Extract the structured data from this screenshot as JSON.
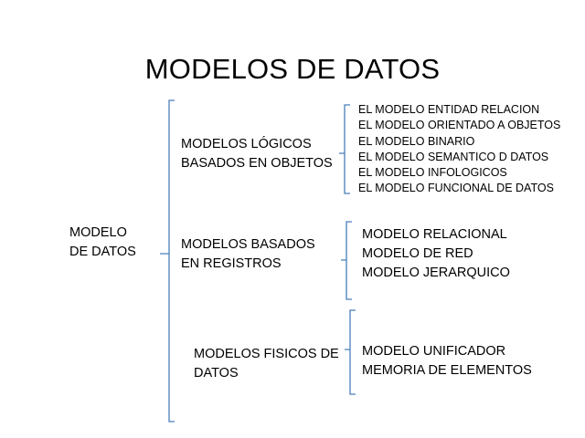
{
  "title": "MODELOS DE DATOS",
  "root": {
    "label": "MODELO\nDE DATOS"
  },
  "branches": [
    {
      "label": "MODELOS LÓGICOS\nBASADOS EN OBJETOS",
      "items": [
        "EL MODELO ENTIDAD RELACION",
        "EL MODELO ORIENTADO A OBJETOS",
        "EL MODELO BINARIO",
        "EL MODELO SEMANTICO D DATOS",
        "EL MODELO INFOLOGICOS",
        "EL MODELO FUNCIONAL DE DATOS"
      ],
      "items_text": "EL MODELO ENTIDAD RELACION\nEL MODELO ORIENTADO A OBJETOS\nEL MODELO BINARIO\nEL MODELO SEMANTICO D DATOS\nEL MODELO INFOLOGICOS\nEL MODELO FUNCIONAL DE DATOS"
    },
    {
      "label": "MODELOS BASADOS\nEN REGISTROS",
      "items": [
        "MODELO RELACIONAL",
        "MODELO DE RED",
        "MODELO  JERARQUICO"
      ],
      "items_text": "MODELO RELACIONAL\nMODELO DE RED\nMODELO  JERARQUICO"
    },
    {
      "label": "MODELOS FISICOS DE\nDATOS",
      "items": [
        "MODELO UNIFICADOR",
        "MEMORIA DE ELEMENTOS"
      ],
      "items_text": "MODELO UNIFICADOR\nMEMORIA DE ELEMENTOS"
    }
  ],
  "colors": {
    "brace": "#4A7EBB",
    "text": "#000000",
    "background": "#ffffff"
  }
}
